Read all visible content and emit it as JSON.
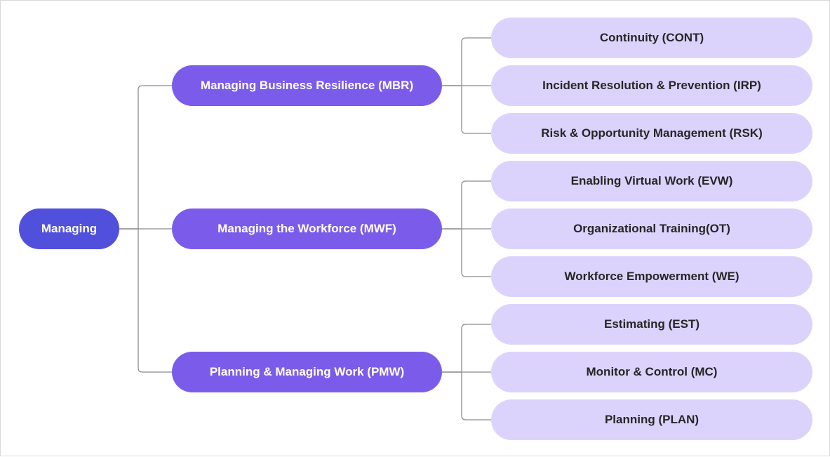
{
  "colors": {
    "root": "#5150dd",
    "branch": "#7b5cea",
    "leaf": "#dcd3fc",
    "connector": "#8c8c8c"
  },
  "root": {
    "label": "Managing"
  },
  "branches": [
    {
      "label": "Managing Business Resilience (MBR)",
      "children": [
        {
          "label": "Continuity (CONT)"
        },
        {
          "label": "Incident Resolution & Prevention (IRP)"
        },
        {
          "label": "Risk & Opportunity Management (RSK)"
        }
      ]
    },
    {
      "label": "Managing the Workforce (MWF)",
      "children": [
        {
          "label": "Enabling Virtual Work (EVW)"
        },
        {
          "label": "Organizational Training(OT)"
        },
        {
          "label": "Workforce Empowerment (WE)"
        }
      ]
    },
    {
      "label": "Planning & Managing Work (PMW)",
      "children": [
        {
          "label": "Estimating (EST)"
        },
        {
          "label": "Monitor & Control (MC)"
        },
        {
          "label": "Planning (PLAN)"
        }
      ]
    }
  ]
}
